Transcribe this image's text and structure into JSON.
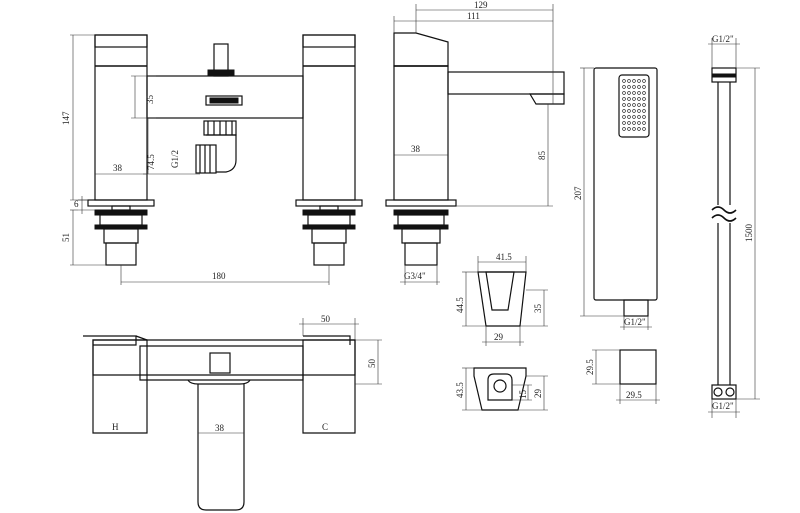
{
  "drawing": {
    "bath_filler_front": {
      "height_label": "147",
      "deck_label": "35",
      "spout_label": "74.5",
      "handle_width_label": "38",
      "base_label": "6",
      "shank_label": "51",
      "centres_label": "180",
      "thread_label": "G1/2"
    },
    "bath_filler_side": {
      "depth_total_label": "129",
      "spout_reach_label": "111",
      "handle_width_label": "38",
      "spout_height_label": "85",
      "thread_label": "G3/4\""
    },
    "handset": {
      "length_label": "207",
      "thread_label": "G1/2\""
    },
    "hose": {
      "length_label": "1500",
      "thread_top_label": "G1/2\"",
      "thread_bottom_label": "G1/2\""
    },
    "wall_bracket": {
      "top_label": "41.5",
      "height_label": "44.5",
      "depth_label": "35",
      "base_label": "29"
    },
    "bracket_plan": {
      "height_label": "43.5",
      "depth_label": "29",
      "inner_label": "15"
    },
    "square_plate": {
      "height_label": "29.5",
      "width_label": "29.5"
    },
    "plan_view": {
      "handle_width_label": "50",
      "handle_depth_label": "50",
      "spout_width_label": "38",
      "hot_label": "H",
      "cold_label": "C"
    }
  }
}
